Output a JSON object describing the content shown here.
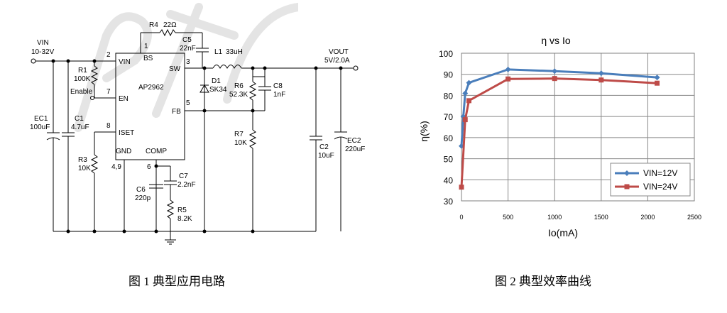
{
  "figure1": {
    "caption": "图 1  典型应用电路",
    "vin": {
      "name": "VIN",
      "range": "10-32V"
    },
    "vout": {
      "name": "VOUT",
      "spec": "5V/2.0A"
    },
    "ic": {
      "part": "AP2962",
      "pins": {
        "vin": "VIN",
        "bs": "BS",
        "sw": "SW",
        "en": "EN",
        "fb": "FB",
        "iset": "ISET",
        "gnd": "GND",
        "comp": "COMP"
      },
      "pin_numbers": {
        "vin": "2",
        "bs": "1",
        "sw": "3",
        "en": "7",
        "fb": "5",
        "iset": "8",
        "gnd": "4,9",
        "comp": "6"
      }
    },
    "components": {
      "r4": {
        "ref": "R4",
        "val": "22Ω"
      },
      "c5": {
        "ref": "C5",
        "val": "22nF"
      },
      "l1": {
        "ref": "L1",
        "val": "33uH"
      },
      "d1": {
        "ref": "D1",
        "val": "SK34"
      },
      "r6": {
        "ref": "R6",
        "val": "52.3K"
      },
      "c8": {
        "ref": "C8",
        "val": "1nF"
      },
      "r7": {
        "ref": "R7",
        "val": "10K"
      },
      "c2": {
        "ref": "C2",
        "val": "10uF"
      },
      "ec2": {
        "ref": "EC2",
        "val": "220uF"
      },
      "r1": {
        "ref": "R1",
        "val": "100K"
      },
      "ec1": {
        "ref": "EC1",
        "val": "100uF"
      },
      "c1": {
        "ref": "C1",
        "val": "4.7uF"
      },
      "r3": {
        "ref": "R3",
        "val": "10K"
      },
      "c6": {
        "ref": "C6",
        "val": "220p"
      },
      "c7": {
        "ref": "C7",
        "val": "2.2nF"
      },
      "r5": {
        "ref": "R5",
        "val": "8.2K"
      }
    },
    "enable_label": "Enable"
  },
  "figure2": {
    "caption": "图 2  典型效率曲线",
    "chart_data": {
      "type": "line",
      "title": "η vs Io",
      "xlabel": "Io(mA)",
      "ylabel": "η(%)",
      "xlim": [
        0,
        2500
      ],
      "ylim": [
        30,
        100
      ],
      "xticks": [
        0,
        500,
        1000,
        1500,
        2000,
        2500
      ],
      "yticks": [
        30,
        40,
        50,
        60,
        70,
        80,
        90,
        100
      ],
      "grid": true,
      "legend_position": "bottom-right",
      "series": [
        {
          "name": "VIN=12V",
          "color": "#4a7ebb",
          "marker": "diamond",
          "x": [
            0,
            20,
            40,
            80,
            500,
            1000,
            1500,
            2100
          ],
          "y": [
            56,
            70,
            81,
            86,
            92.3,
            91.5,
            90.5,
            88.5
          ]
        },
        {
          "name": "VIN=24V",
          "color": "#be4b48",
          "marker": "square",
          "x": [
            0,
            40,
            80,
            500,
            1000,
            1500,
            2100
          ],
          "y": [
            36.5,
            68.5,
            77.5,
            87.8,
            88,
            87.3,
            85.8
          ]
        }
      ]
    }
  },
  "colors": {
    "watermark": "#c8c8c8",
    "grid": "#888888",
    "plot_border": "#808080"
  }
}
